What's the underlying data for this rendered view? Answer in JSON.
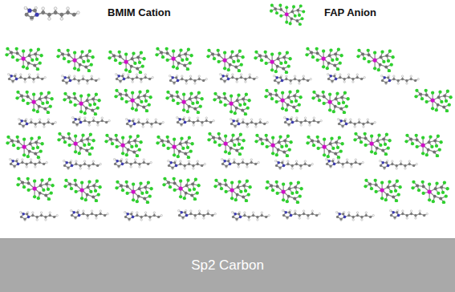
{
  "diagram": {
    "nodes": [
      {
        "text": [
          "Sp2 Carbon"
        ]
      }
    ],
    "legend": [
      {
        "text": "BMIM Cation"
      },
      {
        "text": "FAP Anion"
      }
    ]
  }
}
